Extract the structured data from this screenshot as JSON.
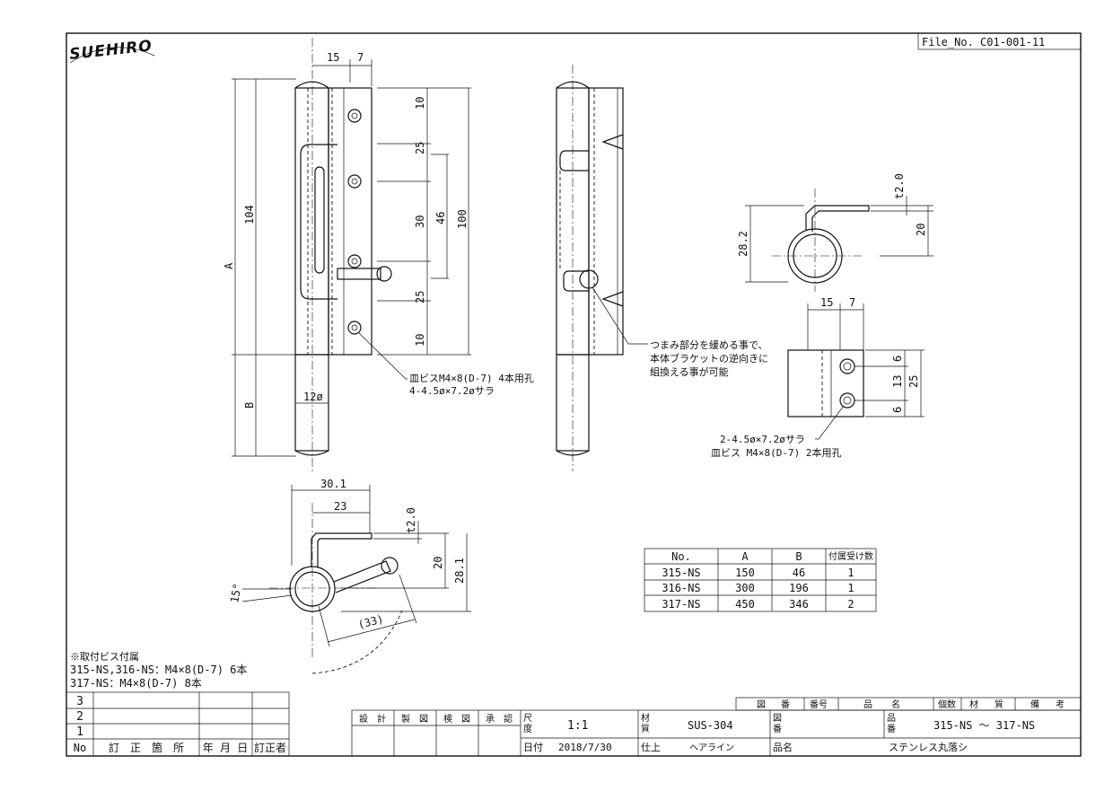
{
  "header": {
    "logo_text": "SUEHIRO",
    "file_no": "File_No.  C01-001-11"
  },
  "front_view": {
    "dim_top_15": "15",
    "dim_top_7": "7",
    "dim_104": "104",
    "dim_A": "A",
    "dim_B": "B",
    "dim_12phi": "12ø",
    "dim_10_top": "10",
    "dim_25_top": "25",
    "dim_30": "30",
    "dim_25_bot": "25",
    "dim_10_bot": "10",
    "dim_46": "46",
    "dim_100": "100",
    "note_line1": "皿ビスM4×8(D-7) 4本用孔",
    "note_line2": "4-4.5ø×7.2øサラ"
  },
  "side_view": {
    "note_line1": "つまみ部分を緩める事で、",
    "note_line2": "本体ブラケットの逆向きに",
    "note_line3": "組換える事が可能"
  },
  "top_right": {
    "dim_t20": "t2.0",
    "dim_28_2": "28.2",
    "dim_20": "20"
  },
  "bracket": {
    "dim_15": "15",
    "dim_7": "7",
    "dim_6_top": "6",
    "dim_13": "13",
    "dim_6_bot": "6",
    "dim_25": "25",
    "note_line1": "2-4.5ø×7.2øサラ",
    "note_line2": "皿ビス M4×8(D-7) 2本用孔"
  },
  "bottom_view": {
    "dim_30_1": "30.1",
    "dim_23": "23",
    "dim_t20": "t2.0",
    "dim_20": "20",
    "dim_28_1": "28.1",
    "dim_15deg": "15°",
    "dim_33": "(33)"
  },
  "spec_table": {
    "headers": [
      "No.",
      "A",
      "B",
      "付属受け数"
    ],
    "rows": [
      [
        "315-NS",
        "150",
        "46",
        "1"
      ],
      [
        "316-NS",
        "300",
        "196",
        "1"
      ],
      [
        "317-NS",
        "450",
        "346",
        "2"
      ]
    ]
  },
  "notes": {
    "line1": "※取付ビス付属",
    "line2": "315-NS,316-NS：M4×8(D-7) 6本",
    "line3": "317-NS：M4×8(D-7) 8本"
  },
  "revision_table": {
    "row_numbers": [
      "3",
      "2",
      "1"
    ],
    "headers": [
      "No",
      "訂　正　箇　所",
      "年 月 日",
      "訂正者"
    ]
  },
  "title_block": {
    "top_headers": [
      "図",
      "番",
      "番号",
      "品",
      "名",
      "個数",
      "材",
      "質",
      "備",
      "考"
    ],
    "sign_headers": [
      "設　計",
      "製　図",
      "検　図",
      "承　認"
    ],
    "scale_label_1": "尺",
    "scale_label_2": "度",
    "scale_value": "1:1",
    "material_label_1": "材",
    "material_label_2": "質",
    "material_value": "SUS-304",
    "drawing_no_label_1": "図",
    "drawing_no_label_2": "番",
    "product_no_label_1": "品",
    "product_no_label_2": "番",
    "product_no_value": "315-NS ～ 317-NS",
    "date_label": "日付",
    "date_value": "2018/7/30",
    "finish_label": "仕上",
    "finish_value": "ヘアライン",
    "product_name_label": "品名",
    "product_name_value": "ステンレス丸落シ"
  }
}
